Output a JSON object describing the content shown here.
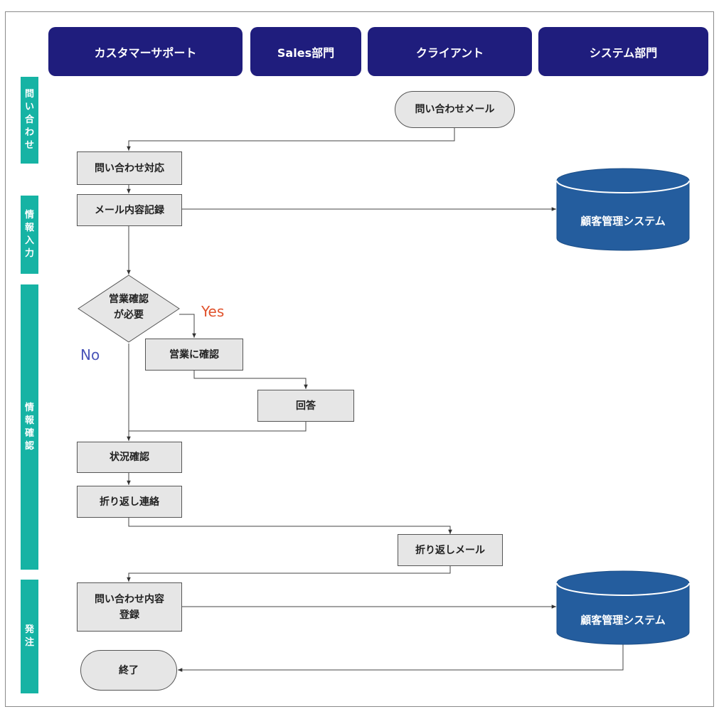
{
  "lanes": [
    "カスタマーサポート",
    "Sales部門",
    "クライアント",
    "システム部門"
  ],
  "phases": [
    "問い合わせ",
    "情報入力",
    "情報確認",
    "発注"
  ],
  "nodes": {
    "inquiry_mail": "問い合わせメール",
    "inquiry_handling": "問い合わせ対応",
    "mail_record": "メール内容記録",
    "crm1": "顧客管理システム",
    "decision": "営業確認\nが必要",
    "confirm_sales": "営業に確認",
    "answer": "回答",
    "status_check": "状況確認",
    "callback_contact": "折り返し連絡",
    "callback_mail": "折り返しメール",
    "inquiry_register": "問い合わせ内容\n登録",
    "crm2": "顧客管理システム",
    "end": "終了"
  },
  "branch_labels": {
    "yes": "Yes",
    "no": "No"
  },
  "colors": {
    "lane_header": "#1f1d7d",
    "phase_band": "#16b3a4",
    "database": "#245d9e",
    "yes": "#e0522c",
    "no": "#4a55b8",
    "process_fill": "#e6e6e6"
  }
}
